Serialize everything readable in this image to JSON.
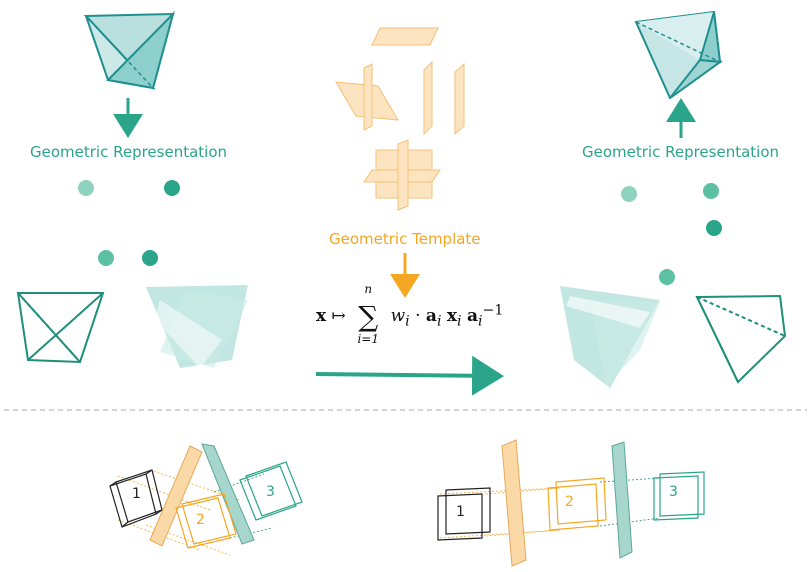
{
  "labels": {
    "left_repr": "Geometric Representation",
    "right_repr": "Geometric Representation",
    "template": "Geometric Template"
  },
  "formula": {
    "lhs": "x",
    "mapsto": "↦",
    "sum_upper": "n",
    "sum_lower": "i=1",
    "body": "w",
    "sub_i": "i",
    "dot": "·",
    "a": "a",
    "x": "x",
    "inv": "−1"
  },
  "boxes": {
    "left": [
      "1",
      "2",
      "3"
    ],
    "right": [
      "1",
      "2",
      "3"
    ]
  },
  "colors": {
    "teal": "#2aa58a",
    "dark_teal": "#1f8f7a",
    "orange": "#f5a623",
    "light_orange": "#fbd9a6",
    "black": "#222222",
    "dashed": "#aaaaaa"
  }
}
